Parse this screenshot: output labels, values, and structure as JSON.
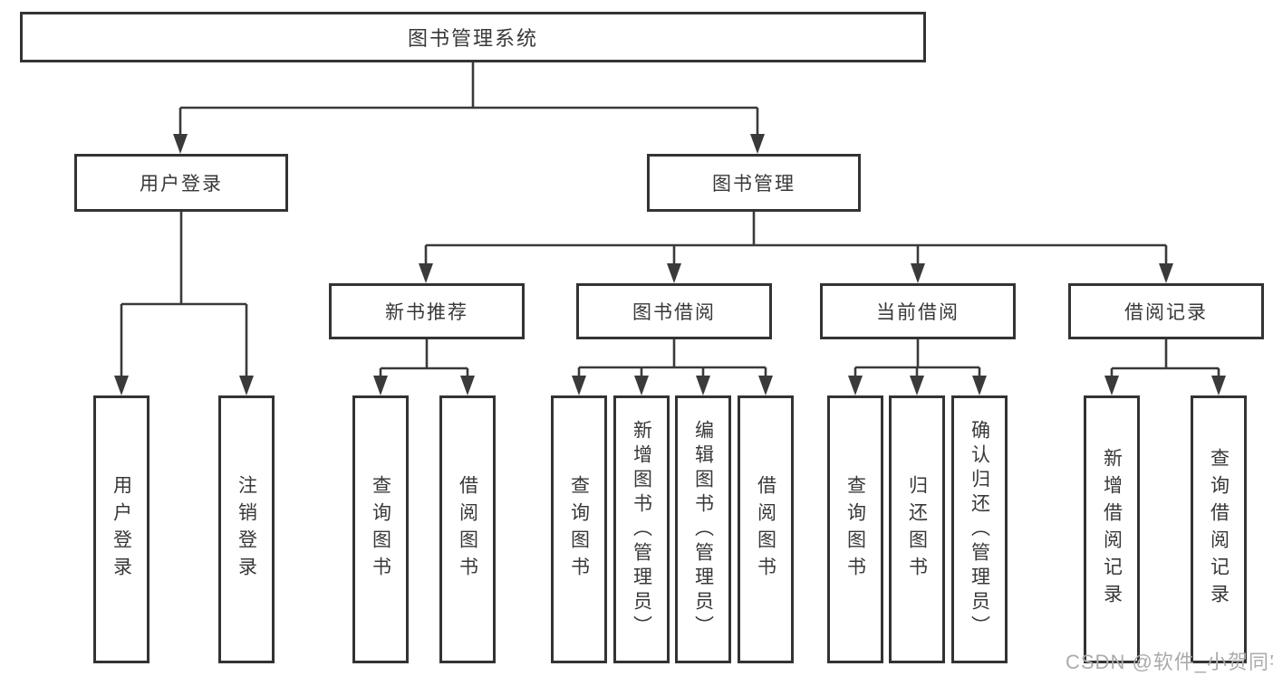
{
  "tree": {
    "root": {
      "label": "图书管理系统"
    },
    "children": [
      {
        "label": "用户登录",
        "leaves": [
          {
            "label": "用户登录"
          },
          {
            "label": "注销登录"
          }
        ]
      },
      {
        "label": "图书管理",
        "children": [
          {
            "label": "新书推荐",
            "leaves": [
              {
                "label": "查询图书"
              },
              {
                "label": "借阅图书"
              }
            ]
          },
          {
            "label": "图书借阅",
            "leaves": [
              {
                "label": "查询图书"
              },
              {
                "label": "新增图书（管理员）"
              },
              {
                "label": "编辑图书（管理员）"
              },
              {
                "label": "借阅图书"
              }
            ]
          },
          {
            "label": "当前借阅",
            "leaves": [
              {
                "label": "查询图书"
              },
              {
                "label": "归还图书"
              },
              {
                "label": "确认归还（管理员）"
              }
            ]
          },
          {
            "label": "借阅记录",
            "leaves": [
              {
                "label": "新增借阅记录"
              },
              {
                "label": "查询借阅记录"
              }
            ]
          }
        ]
      }
    ]
  },
  "watermark": {
    "text": "CSDN @软件_小贺同学"
  },
  "colors": {
    "line": "#3a3a3a",
    "border": "#333333",
    "text": "#383838",
    "watermark": "#ababab",
    "background": "#ffffff"
  }
}
